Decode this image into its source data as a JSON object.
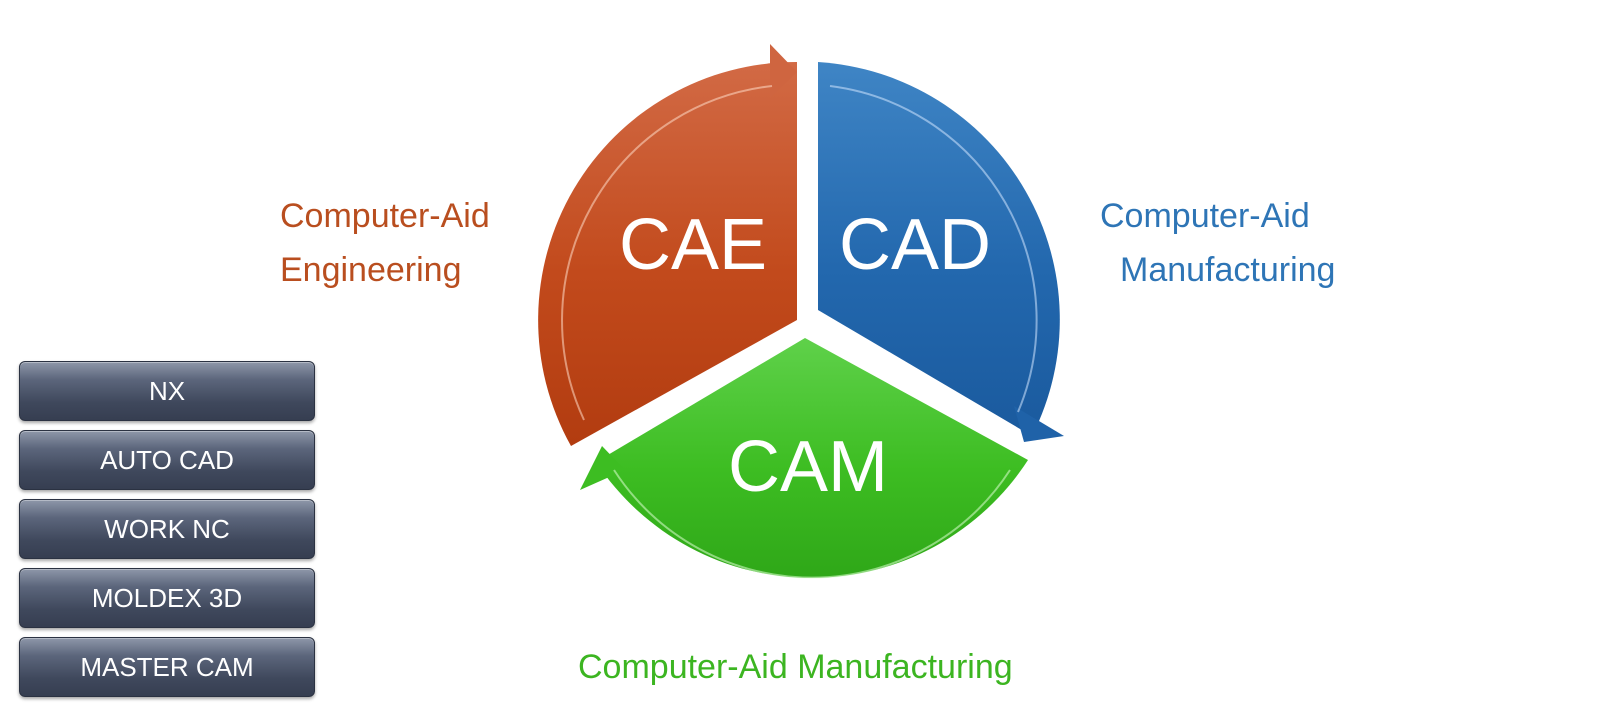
{
  "cycle": {
    "segments": [
      {
        "abbr": "CAE",
        "color": "#c0471c"
      },
      {
        "abbr": "CAD",
        "color": "#2a6db3"
      },
      {
        "abbr": "CAM",
        "color": "#3cbf25"
      }
    ]
  },
  "labels": {
    "cae": {
      "line1": "Computer-Aid",
      "line2": "Engineering",
      "color": "#b94e1f"
    },
    "cad": {
      "line1": "Computer-Aid",
      "line2": "Manufacturing",
      "color": "#2e75b6"
    },
    "cam": {
      "text": "Computer-Aid Manufacturing",
      "color": "#3cb521"
    }
  },
  "software": {
    "items": [
      "NX",
      "AUTO CAD",
      "WORK NC",
      "MOLDEX 3D",
      "MASTER CAM"
    ]
  }
}
